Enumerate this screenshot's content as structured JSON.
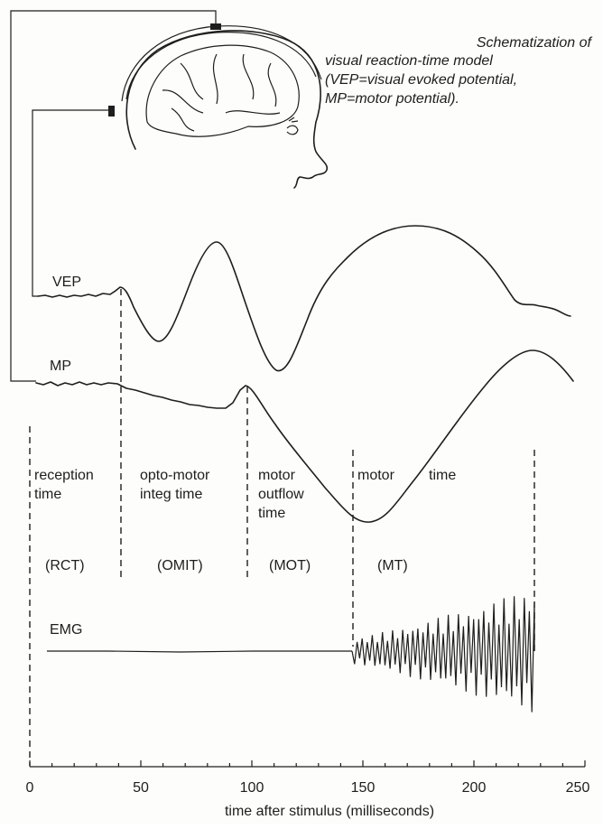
{
  "caption": {
    "line1": "Schematization of",
    "line2": "visual reaction-time model",
    "line3": "(VEP=visual evoked potential,",
    "line4": "MP=motor potential)."
  },
  "traces": {
    "vep_label": "VEP",
    "mp_label": "MP",
    "emg_label": "EMG"
  },
  "phases": [
    {
      "line1": "reception",
      "line2": "time",
      "line3": "",
      "abbr": "(RCT)"
    },
    {
      "line1": "opto-motor",
      "line2": "integ time",
      "line3": "",
      "abbr": "(OMIT)"
    },
    {
      "line1": "motor",
      "line2": "outflow",
      "line3": "time",
      "abbr": "(MOT)"
    },
    {
      "line1": "motor",
      "line2": "time",
      "line3": "",
      "abbr": "(MT)"
    }
  ],
  "axis": {
    "ticks": [
      "0",
      "50",
      "100",
      "150",
      "200",
      "250"
    ],
    "label": "time after stimulus (milliseconds)"
  }
}
